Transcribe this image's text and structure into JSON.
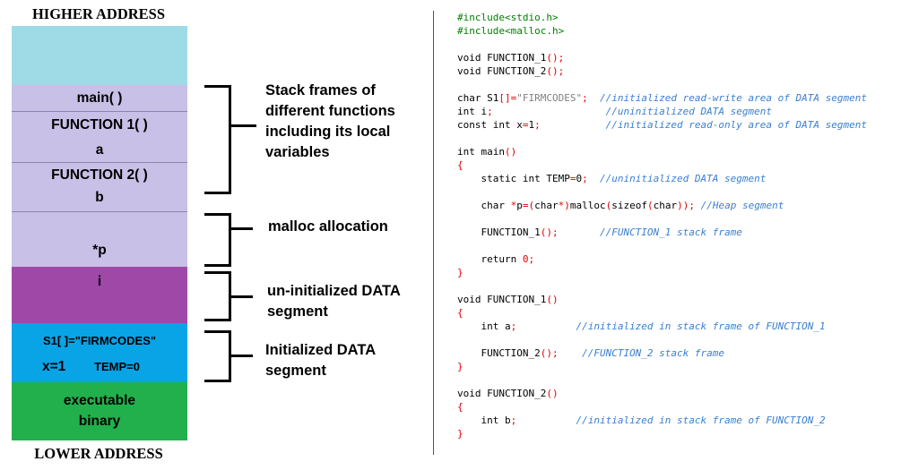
{
  "titles": {
    "top": "HIGHER ADDRESS",
    "bottom": "LOWER ADDRESS"
  },
  "colors": {
    "free_space": "#9fdbe6",
    "stack": "#c8c0e6",
    "heap": "#c8c0e6",
    "bss": "#a048a8",
    "data": "#08a4e6",
    "text": "#22b04c"
  },
  "memory": {
    "stack": {
      "main": "main( )",
      "f1": "FUNCTION  1( )",
      "a": "a",
      "f2": "FUNCTION  2( )",
      "b": "b"
    },
    "heap": {
      "p": "*p"
    },
    "bss": {
      "i": "i"
    },
    "data": {
      "s1": "S1[ ]=\"FIRMCODES\"",
      "x": "x=1",
      "temp": "TEMP=0"
    },
    "text": {
      "line1": "executable",
      "line2": "binary"
    }
  },
  "annotations": {
    "stack": [
      "Stack frames of",
      "different functions",
      "including its local",
      "variables"
    ],
    "heap": [
      "malloc allocation"
    ],
    "bss": [
      "un-initialized DATA",
      "segment"
    ],
    "data": [
      "Initialized DATA",
      "segment"
    ]
  },
  "code_lines": [
    [
      {
        "t": "#include<stdio.h>",
        "c": "pp"
      }
    ],
    [
      {
        "t": "#include<malloc.h>",
        "c": "pp"
      }
    ],
    [],
    [
      {
        "t": "void FUNCTION_1"
      },
      {
        "t": "();",
        "c": "red"
      }
    ],
    [
      {
        "t": "void FUNCTION_2"
      },
      {
        "t": "();",
        "c": "red"
      }
    ],
    [],
    [
      {
        "t": "char S1"
      },
      {
        "t": "[]=",
        "c": "red"
      },
      {
        "t": "\"FIRMCODES\"",
        "c": "str"
      },
      {
        "t": ";",
        "c": "red"
      },
      {
        "t": "  //initialized read-write area of DATA segment",
        "c": "cmt"
      }
    ],
    [
      {
        "t": "int i"
      },
      {
        "t": ";",
        "c": "red"
      },
      {
        "t": "                   //uninitialized DATA segment",
        "c": "cmt"
      }
    ],
    [
      {
        "t": "const int x"
      },
      {
        "t": "=",
        "c": "red"
      },
      {
        "t": "1"
      },
      {
        "t": ";",
        "c": "red"
      },
      {
        "t": "           //initialized read-only area of DATA segment",
        "c": "cmt"
      }
    ],
    [],
    [
      {
        "t": "int main"
      },
      {
        "t": "()",
        "c": "red"
      }
    ],
    [
      {
        "t": "{",
        "c": "red"
      }
    ],
    [
      {
        "t": "    static int TEMP"
      },
      {
        "t": "=",
        "c": "red"
      },
      {
        "t": "0"
      },
      {
        "t": ";",
        "c": "red"
      },
      {
        "t": "  //uninitialized DATA segment",
        "c": "cmt"
      }
    ],
    [],
    [
      {
        "t": "    char "
      },
      {
        "t": "*",
        "c": "red"
      },
      {
        "t": "p"
      },
      {
        "t": "=(",
        "c": "red"
      },
      {
        "t": "char"
      },
      {
        "t": "*)",
        "c": "red"
      },
      {
        "t": "malloc"
      },
      {
        "t": "(",
        "c": "red"
      },
      {
        "t": "sizeof"
      },
      {
        "t": "(",
        "c": "red"
      },
      {
        "t": "char"
      },
      {
        "t": "));",
        "c": "red"
      },
      {
        "t": " //Heap segment",
        "c": "cmt"
      }
    ],
    [],
    [
      {
        "t": "    FUNCTION_1"
      },
      {
        "t": "();",
        "c": "red"
      },
      {
        "t": "       //FUNCTION_1 stack frame",
        "c": "cmt"
      }
    ],
    [],
    [
      {
        "t": "    return "
      },
      {
        "t": "0",
        "c": "red"
      },
      {
        "t": ";",
        "c": "red"
      }
    ],
    [
      {
        "t": "}",
        "c": "red"
      }
    ],
    [],
    [
      {
        "t": "void FUNCTION_1"
      },
      {
        "t": "()",
        "c": "red"
      }
    ],
    [
      {
        "t": "{",
        "c": "red"
      }
    ],
    [
      {
        "t": "    int a"
      },
      {
        "t": ";",
        "c": "red"
      },
      {
        "t": "          //initialized in stack frame of FUNCTION_1",
        "c": "cmt"
      }
    ],
    [],
    [
      {
        "t": "    FUNCTION_2"
      },
      {
        "t": "();",
        "c": "red"
      },
      {
        "t": "    //FUNCTION_2 stack frame",
        "c": "cmt"
      }
    ],
    [
      {
        "t": "}",
        "c": "red"
      }
    ],
    [],
    [
      {
        "t": "void FUNCTION_2"
      },
      {
        "t": "()",
        "c": "red"
      }
    ],
    [
      {
        "t": "{",
        "c": "red"
      }
    ],
    [
      {
        "t": "    int b"
      },
      {
        "t": ";",
        "c": "red"
      },
      {
        "t": "          //initialized in stack frame of FUNCTION_2",
        "c": "cmt"
      }
    ],
    [
      {
        "t": "}",
        "c": "red"
      }
    ]
  ]
}
